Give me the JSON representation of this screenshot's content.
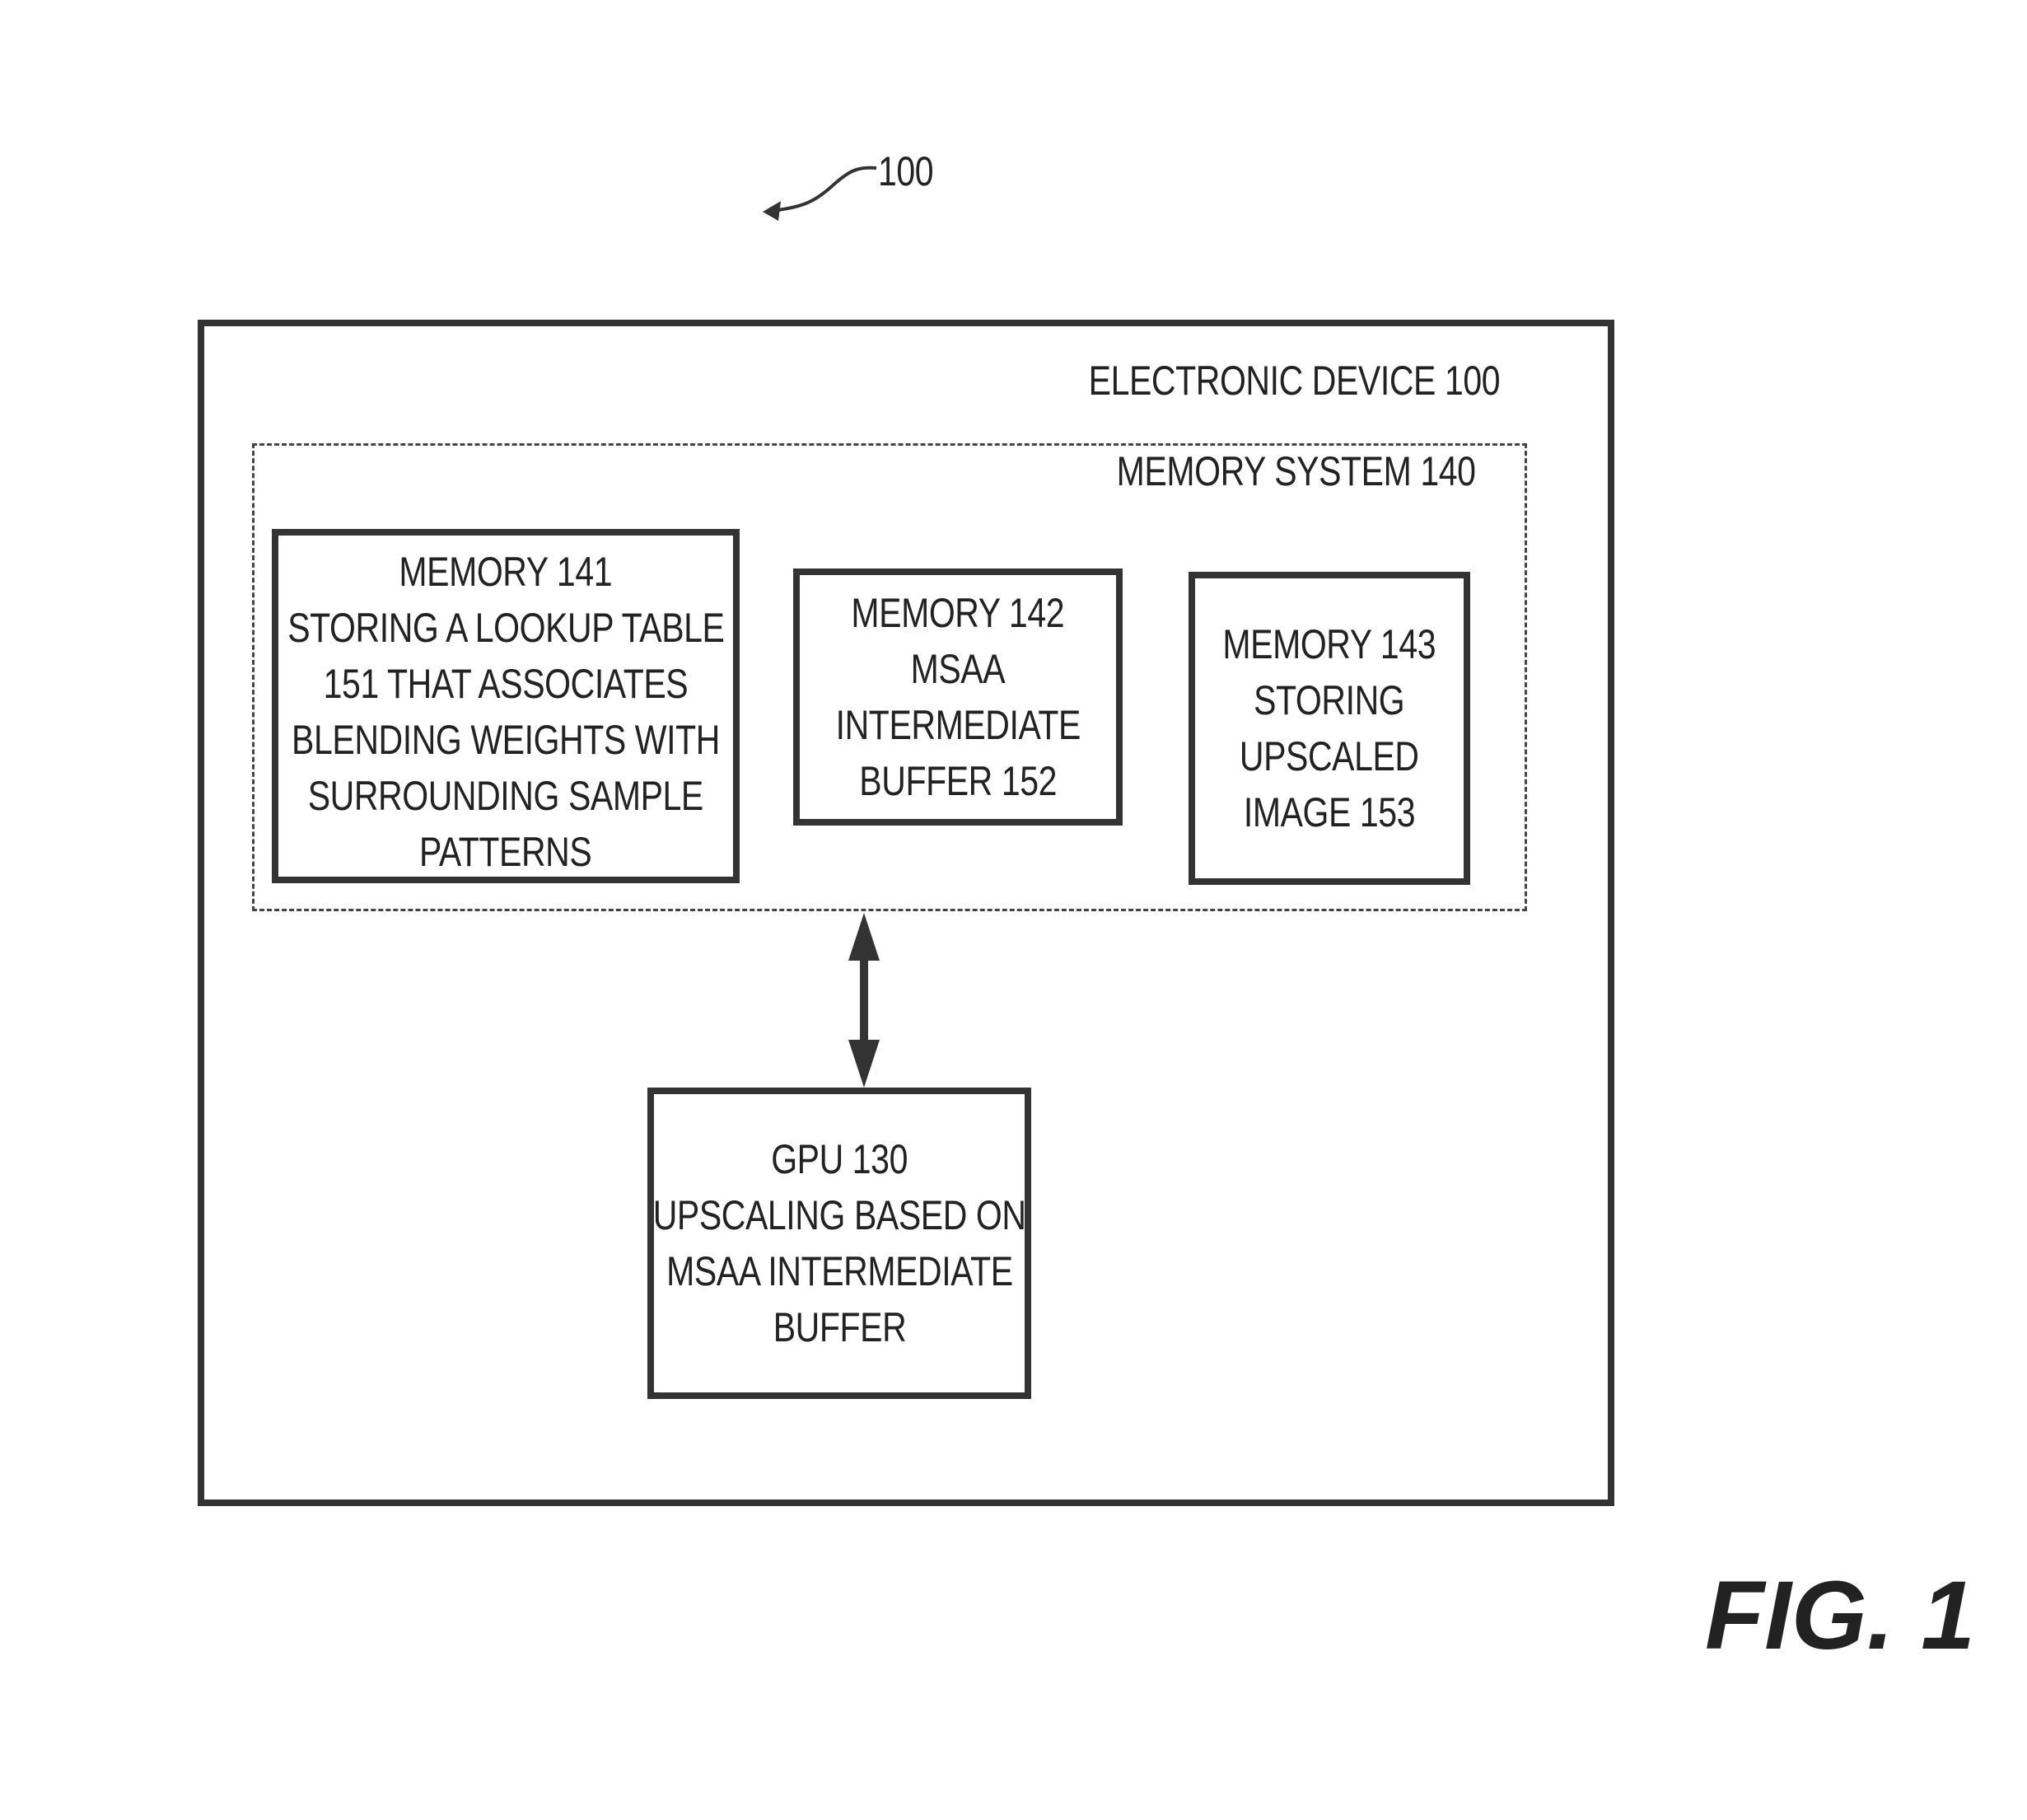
{
  "reference_label": "100",
  "figure_label": "FIG. 1",
  "device": {
    "label": "ELECTRONIC DEVICE 100"
  },
  "memory_system": {
    "label": "MEMORY SYSTEM 140"
  },
  "blocks": {
    "memory_141": {
      "lines": [
        "MEMORY 141",
        "STORING A  LOOKUP TABLE",
        "151 THAT ASSOCIATES",
        "BLENDING WEIGHTS WITH",
        "SURROUNDING SAMPLE",
        "PATTERNS"
      ]
    },
    "memory_142": {
      "lines": [
        "MEMORY 142",
        "MSAA",
        "INTERMEDIATE",
        "BUFFER 152"
      ]
    },
    "memory_143": {
      "lines": [
        "MEMORY 143",
        "STORING",
        "UPSCALED",
        "IMAGE 153"
      ]
    },
    "gpu_130": {
      "lines": [
        "GPU 130",
        "UPSCALING BASED ON",
        "MSAA INTERMEDIATE",
        "BUFFER"
      ]
    }
  }
}
